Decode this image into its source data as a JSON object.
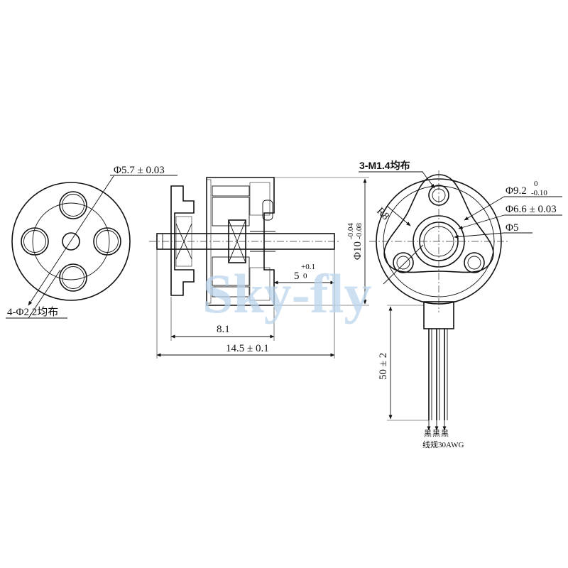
{
  "watermark": "Sky-fly",
  "front_view": {
    "label_top": "Φ5.7 ± 0.03",
    "label_bottom": "4-Φ2.2均布"
  },
  "side_view": {
    "dim_dia": "Φ10",
    "dim_dia_tol_upper": "-0.04",
    "dim_dia_tol_lower": "-0.08",
    "dim_shaft": "5",
    "dim_shaft_tol_upper": "+0.1",
    "dim_shaft_tol_lower": "0",
    "dim_body": "8.1",
    "dim_total": "14.5 ± 0.1"
  },
  "rear_view": {
    "label_holes": "3-M1.4均布",
    "label_radius": "R8",
    "label_d92": "Φ9.2",
    "label_d92_tol_upper": "0",
    "label_d92_tol_lower": "-0.10",
    "label_d66": "Φ6.6 ± 0.03",
    "label_d5": "Φ5",
    "label_lead_length": "50 ± 2",
    "wire_labels": [
      "黑",
      "黑",
      "黑"
    ],
    "wire_spec": "线规30AWG"
  }
}
